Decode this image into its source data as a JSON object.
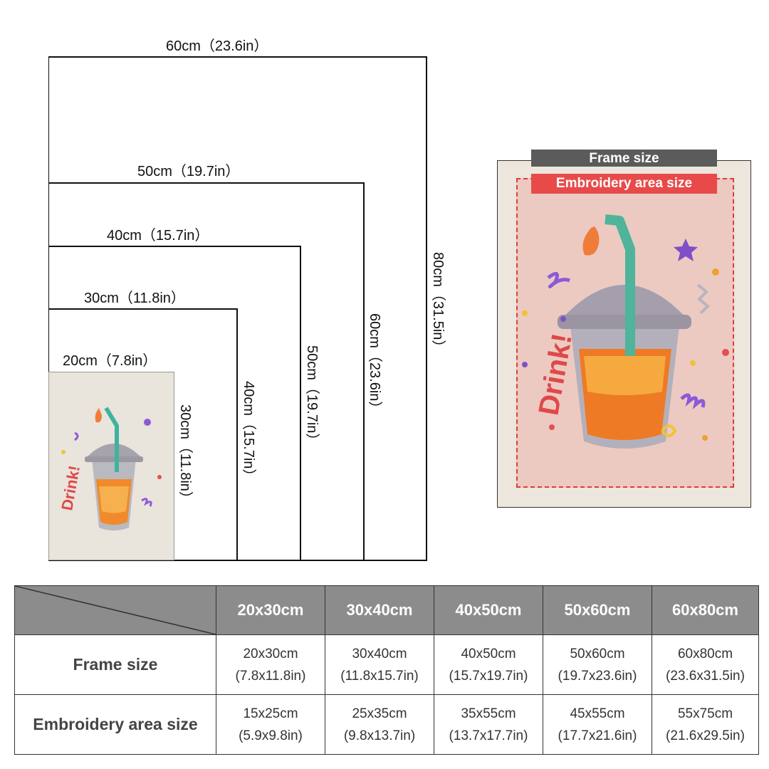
{
  "widths": {
    "w60": "60cm（23.6in）",
    "w50": "50cm（19.7in）",
    "w40": "40cm（15.7in）",
    "w30": "30cm（11.8in）",
    "w20": "20cm（7.8in）"
  },
  "heights": {
    "h80": "80cm（31.5in）",
    "h60": "60cm（23.6in）",
    "h50": "50cm（19.7in）",
    "h40": "40cm（15.7in）",
    "h30": "30cm（11.8in）"
  },
  "legend": {
    "frame": "Frame size",
    "embroidery": "Embroidery area size"
  },
  "artwork": {
    "text": "Drink!"
  },
  "table": {
    "headers": [
      "20x30cm",
      "30x40cm",
      "40x50cm",
      "50x60cm",
      "60x80cm"
    ],
    "rows": [
      {
        "label": "Frame size",
        "cells": [
          {
            "cm": "20x30cm",
            "in": "(7.8x11.8in)"
          },
          {
            "cm": "30x40cm",
            "in": "(11.8x15.7in)"
          },
          {
            "cm": "40x50cm",
            "in": "(15.7x19.7in)"
          },
          {
            "cm": "50x60cm",
            "in": "(19.7x23.6in)"
          },
          {
            "cm": "60x80cm",
            "in": "(23.6x31.5in)"
          }
        ]
      },
      {
        "label": "Embroidery area size",
        "cells": [
          {
            "cm": "15x25cm",
            "in": "(5.9x9.8in)"
          },
          {
            "cm": "25x35cm",
            "in": "(9.8x13.7in)"
          },
          {
            "cm": "35x55cm",
            "in": "(13.7x17.7in)"
          },
          {
            "cm": "45x55cm",
            "in": "(17.7x21.6in)"
          },
          {
            "cm": "55x75cm",
            "in": "(21.6x29.5in)"
          }
        ]
      }
    ]
  },
  "colors": {
    "header_bg": "#8c8c8c",
    "frame_tag": "#5b5b5b",
    "embroidery_tag": "#e84a4a",
    "canvas_pink": "#eccac2"
  }
}
